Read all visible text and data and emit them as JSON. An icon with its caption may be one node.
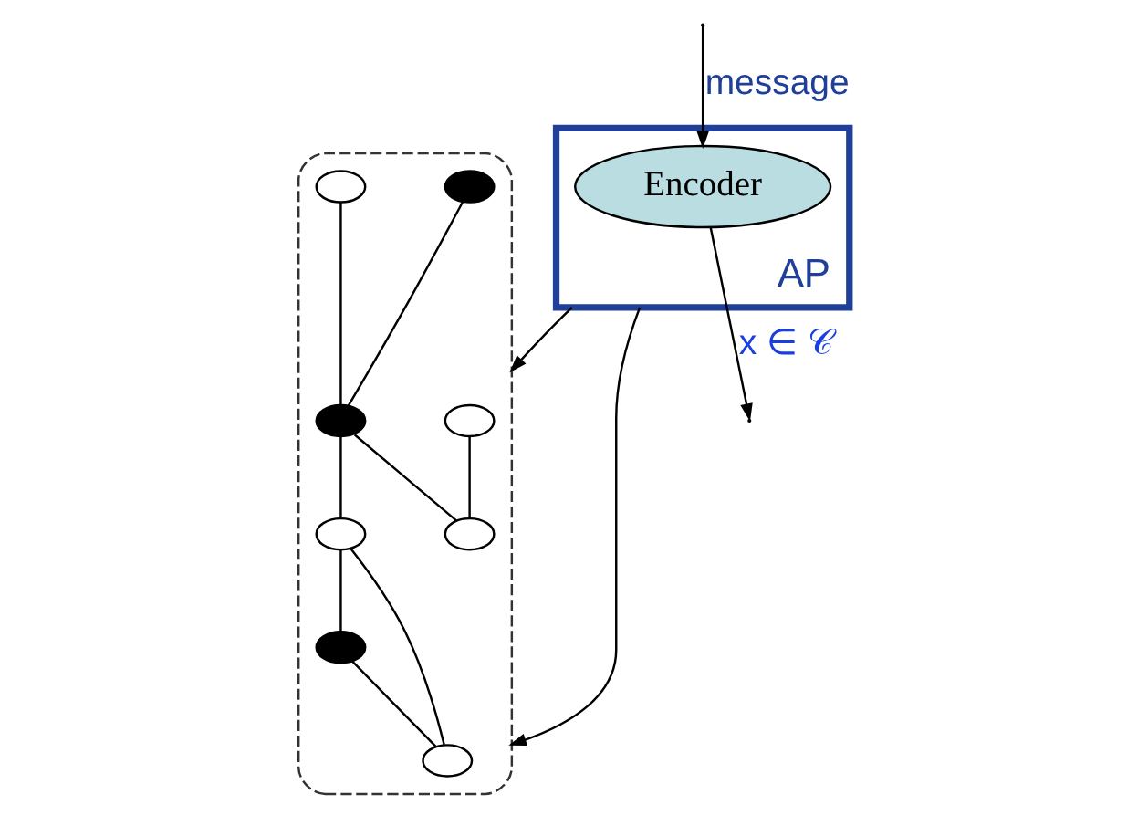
{
  "diagram": {
    "nodes": [
      {
        "text": [
          "AP"
        ]
      },
      {
        "text": [
          "Encoder"
        ],
        "in": 0
      },
      {
        "text": [],
        "shape": "ellipse"
      },
      {
        "text": [],
        "shape": "circle",
        "in": 2
      },
      {
        "text": [],
        "shape": "circle",
        "in": 2
      },
      {
        "text": [],
        "shape": "circle",
        "in": 2
      },
      {
        "text": [],
        "shape": "circle",
        "in": 2
      },
      {
        "text": [],
        "shape": "circle",
        "in": 2
      },
      {
        "text": [],
        "shape": "circle",
        "in": 2
      },
      {
        "text": [],
        "shape": "circle",
        "in": 2
      },
      {
        "text": [],
        "shape": "circle",
        "in": 2
      }
    ],
    "edges": [
      {
        "from": 1,
        "to": null,
        "arrow": "to",
        "label": "x ∈ 𝒞"
      },
      {
        "from": null,
        "to": 1,
        "arrow": "to",
        "label": "message"
      },
      {
        "from": 0,
        "to": 2,
        "arrow": "to"
      },
      {
        "from": 0,
        "to": 2,
        "arrow": "to"
      },
      {
        "from": 3,
        "to": 6,
        "arrow": "none"
      },
      {
        "from": 4,
        "to": 6,
        "arrow": "none"
      },
      {
        "from": 5,
        "to": 7,
        "arrow": "none"
      },
      {
        "from": 6,
        "to": 7,
        "arrow": "none"
      },
      {
        "from": 6,
        "to": 8,
        "arrow": "none"
      },
      {
        "from": 8,
        "to": 9,
        "arrow": "none"
      },
      {
        "from": 8,
        "to": 10,
        "arrow": "none"
      },
      {
        "from": 9,
        "to": 10,
        "arrow": "none"
      }
    ]
  }
}
